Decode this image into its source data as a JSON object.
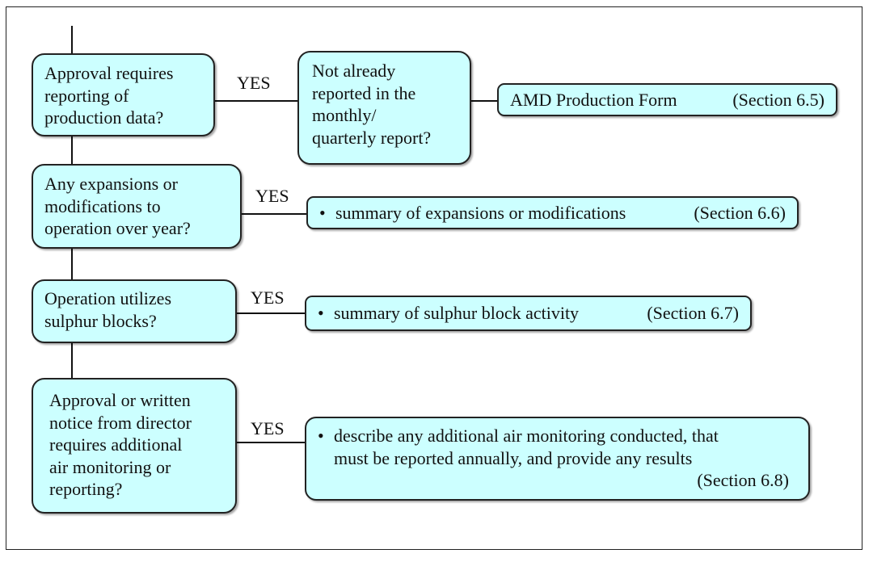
{
  "diagram": {
    "yes": "YES",
    "q1": {
      "line1": "Approval requires",
      "line2": "reporting of",
      "line3": "production data?"
    },
    "q1b": {
      "line1": "Not already",
      "line2": "reported in the",
      "line3": "monthly/",
      "line4": "quarterly report?"
    },
    "r1": {
      "text": "AMD Production Form",
      "section": "(Section 6.5)"
    },
    "q2": {
      "line1": "Any expansions or",
      "line2": "modifications to",
      "line3": "operation over year?"
    },
    "r2": {
      "bullet": "•",
      "text": "summary of expansions or modifications",
      "section": "(Section 6.6)"
    },
    "q3": {
      "line1": "Operation utilizes",
      "line2": "sulphur blocks?"
    },
    "r3": {
      "bullet": "•",
      "text": "summary of sulphur block activity",
      "section": "(Section 6.7)"
    },
    "q4": {
      "line1": "Approval or written",
      "line2": "notice from director",
      "line3": "requires additional",
      "line4": "air monitoring or",
      "line5": "reporting?"
    },
    "r4": {
      "bullet": "•",
      "line1": "describe any additional air monitoring conducted, that",
      "line2": "must be reported annually, and provide any results",
      "section": "(Section 6.8)"
    }
  }
}
